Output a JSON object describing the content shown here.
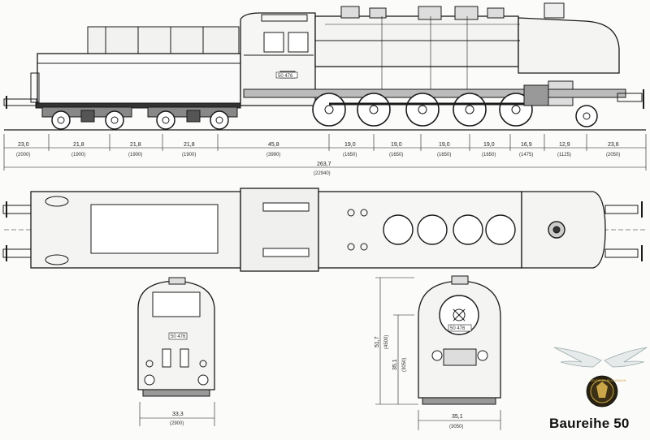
{
  "title": "Baureihe 50",
  "plate_number": "50 476",
  "side_view": {
    "segments": [
      {
        "value": "23,0",
        "mm": "(2000)"
      },
      {
        "value": "21,8",
        "mm": "(1900)"
      },
      {
        "value": "21,8",
        "mm": "(1900)"
      },
      {
        "value": "21,8",
        "mm": "(1900)"
      },
      {
        "value": "45,8",
        "mm": "(3990)"
      },
      {
        "value": "19,0",
        "mm": "(1650)"
      },
      {
        "value": "19,0",
        "mm": "(1650)"
      },
      {
        "value": "19,0",
        "mm": "(1650)"
      },
      {
        "value": "19,0",
        "mm": "(1650)"
      },
      {
        "value": "16,9",
        "mm": "(1475)"
      },
      {
        "value": "12,9",
        "mm": "(1125)"
      },
      {
        "value": "23,6",
        "mm": "(2050)"
      }
    ],
    "total": {
      "value": "263,7",
      "mm": "(22940)"
    }
  },
  "rear_view": {
    "width": {
      "value": "33,3",
      "mm": "(2900)"
    }
  },
  "front_view": {
    "width": {
      "value": "35,1",
      "mm": "(3050)"
    },
    "height_total": {
      "value": "51,7",
      "mm": "(4500)"
    },
    "height_boiler": {
      "value": "35,1",
      "mm": "(3050)"
    }
  },
  "logo": {
    "lettering": "DEUTSCHE REICHSBAHN"
  }
}
